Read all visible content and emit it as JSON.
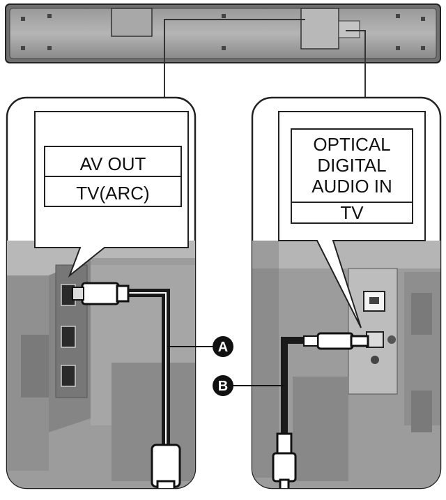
{
  "left_panel": {
    "label_top": "AV OUT",
    "label_bottom": "TV(ARC)"
  },
  "right_panel": {
    "label_lines": [
      "OPTICAL",
      "DIGITAL",
      "AUDIO IN"
    ],
    "label_bottom": "TV"
  },
  "callouts": {
    "a": "A",
    "b": "B"
  }
}
